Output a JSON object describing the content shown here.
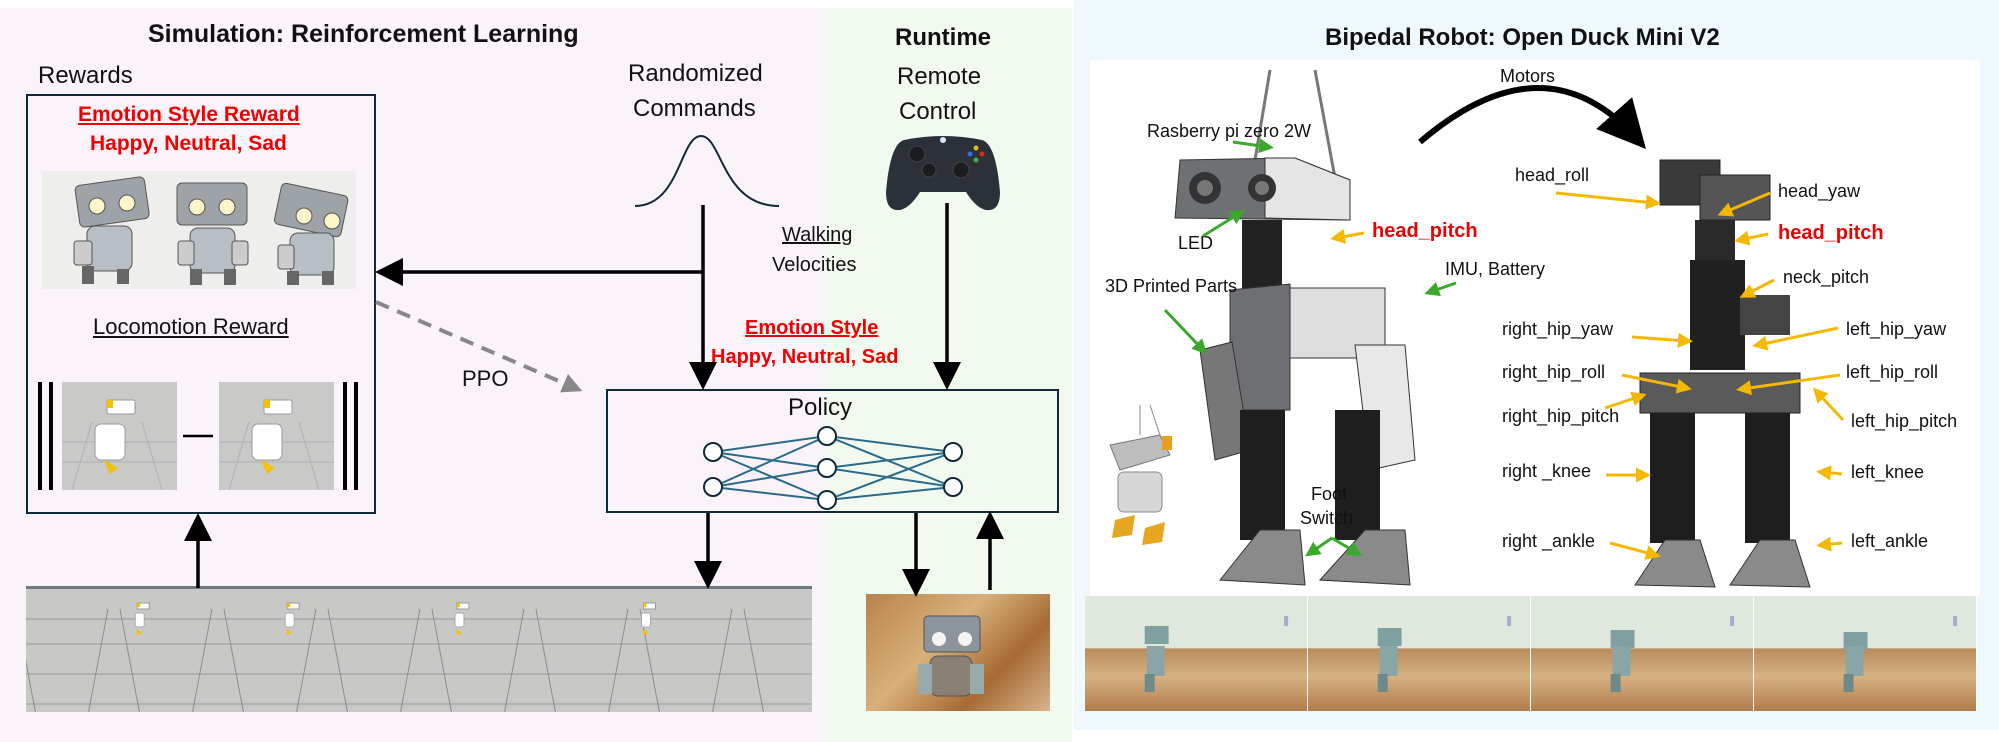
{
  "sections": {
    "simulation": {
      "title": "Simulation: Reinforcement Learning",
      "rewards_label": "Rewards",
      "emotion_reward_title": "Emotion Style Reward",
      "emotion_reward_styles": "Happy, Neutral, Sad",
      "locomotion_reward_title": "Locomotion Reward",
      "randomized_commands_line1": "Randomized",
      "randomized_commands_line2": "Commands",
      "walking_velocities_line1": "Walking",
      "walking_velocities_line2": "Velocities",
      "ppo_label": "PPO",
      "emotion_style_title": "Emotion Style",
      "emotion_style_values": "Happy, Neutral, Sad",
      "policy_label": "Policy",
      "sim_robot_count": 4
    },
    "runtime": {
      "title": "Runtime",
      "remote_control_line1": "Remote",
      "remote_control_line2": "Control"
    },
    "robot": {
      "title": "Bipedal Robot: Open Duck Mini V2",
      "motors_label": "Motors",
      "component_labels": {
        "rpi": "Rasberry pi zero 2W",
        "led": "LED",
        "head_pitch": "head_pitch",
        "imu_battery": "IMU, Battery",
        "printed_parts": "3D Printed Parts",
        "foot_switch_line1": "Foot",
        "foot_switch_line2": "Switch"
      },
      "motor_labels": {
        "head_roll": "head_roll",
        "head_yaw": "head_yaw",
        "head_pitch": "head_pitch",
        "neck_pitch": "neck_pitch",
        "right_hip_yaw": "right_hip_yaw",
        "left_hip_yaw": "left_hip_yaw",
        "right_hip_roll": "right_hip_roll",
        "left_hip_roll": "left_hip_roll",
        "right_hip_pitch": "right_hip_pitch",
        "left_hip_pitch": "left_hip_pitch",
        "right_knee": "right _knee",
        "left_knee": "left_knee",
        "right_ankle": "right _ankle",
        "left_ankle": "left_ankle"
      },
      "photo_strip_frames": 4
    }
  },
  "colors": {
    "sim_bg": "#faf3fa",
    "runtime_bg": "#f2faef",
    "robot_bg": "#eef8fd",
    "accent_red": "#f00000",
    "box_border": "#0f2a3a",
    "nn_edge": "#2a6a8a",
    "motor_arrow": "#f5b800",
    "component_arrow": "#3aa82a",
    "ppo_arrow": "#888888"
  }
}
